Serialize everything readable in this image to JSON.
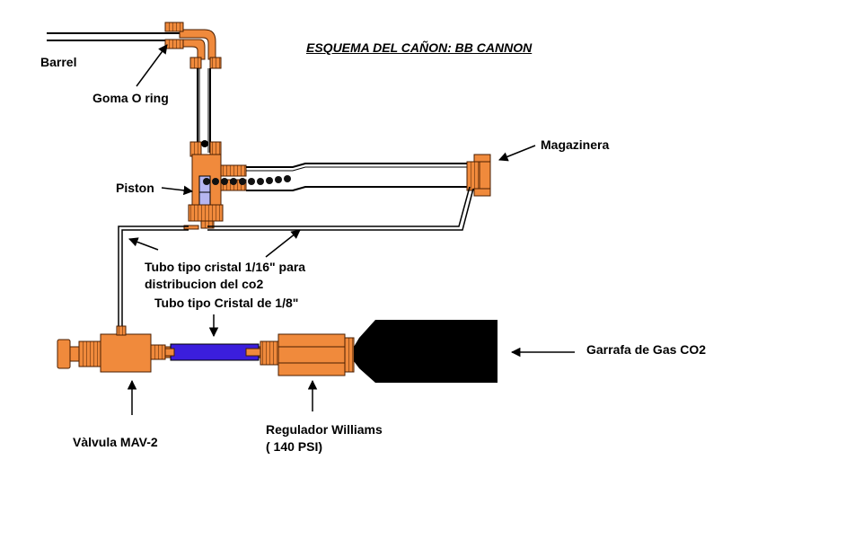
{
  "title": "ESQUEMA DEL CAÑON: BB CANNON",
  "labels": {
    "barrel": "Barrel",
    "oring": "Goma O ring",
    "piston": "Piston",
    "magazine": "Magazinera",
    "tube_116_line1": "Tubo tipo cristal 1/16\" para",
    "tube_116_line2": "distribucion del co2",
    "tube_18": "Tubo tipo Cristal de 1/8\"",
    "co2_tank": "Garrafa de Gas CO2",
    "valve": "Vàlvula MAV-2",
    "regulator_line1": "Regulador Williams",
    "regulator_line2": "( 140 PSI)"
  },
  "colors": {
    "fitting": "#F08A3C",
    "fitting_outline": "#4A1E00",
    "tube_blue": "#3B1EDC",
    "tank": "#000000",
    "piston_blue": "#B6B6F0",
    "bb": "#111111"
  }
}
